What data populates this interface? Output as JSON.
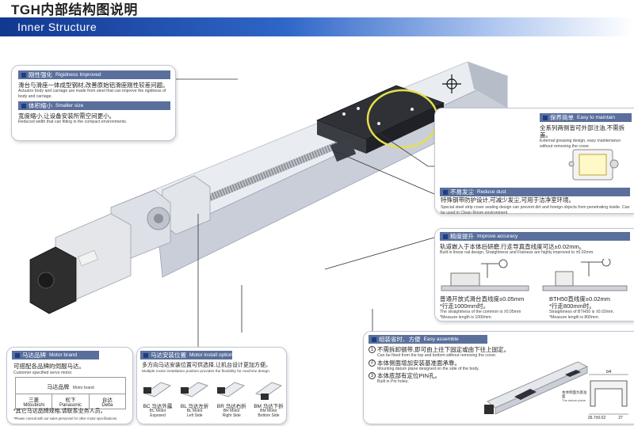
{
  "header": {
    "title": "TGH内部结构图说明",
    "section": "Inner Structure"
  },
  "rigidity": {
    "tag_cn": "刚性强化",
    "tag_en": "Rigidness Improved",
    "text_cn": "滑台与滑座一体成型钢材,改善原始铝滑座刚性较差问题。",
    "text_en": "Actuator body and carriage are made from steel that can improve the rigidness of body and carriage."
  },
  "size": {
    "tag_cn": "体积缩小",
    "tag_en": "Smaller size",
    "text_cn": "宽度缩小,让设备安装所需空间更小。",
    "text_en": "Reduced width that can fitting in the compact environments."
  },
  "maintain": {
    "tag_cn": "保养简单",
    "tag_en": "Easy to maintain",
    "text_cn": "全系列两侧皆可外部注油,不需拆盖。",
    "text_en": "External greasing design, easy maintenance without removing the cover."
  },
  "dust": {
    "tag_cn": "不易发尘",
    "tag_en": "Reduce dust",
    "text_cn": "特殊钢带防护设计,可减少发尘,可用于洁净室环境。",
    "text_en": "Special steel strip cover sealing design can prevent dirt and foreign objects from penetrating inside. Can be used in Clean Room environment"
  },
  "accuracy": {
    "tag_cn": "精度提升",
    "tag_en": "Improve accuracy",
    "text_cn": "轨道嵌入于本体后研磨,行走导真直线度可达±0.02mm。",
    "text_en": "Built in linear rail design, Straightness and Flatness are highly improved to ±0.02mm.",
    "left_cn": "普通开放式滑台直线度±0.05mm",
    "left_cn2": "*行走1000mm时。",
    "left_en": "The straightness of the common is ±0.05mm",
    "left_en2": "*Measure length is 1000mm.",
    "right_cn": "BTH50直线度±0.02mm",
    "right_cn2": "*行走800mm时。",
    "right_en": "Straightness of BTH50 is ±0.02mm.",
    "right_en2": "*Measure length is 800mm."
  },
  "assemble": {
    "tag_cn": "组装省时、方便",
    "tag_en": "Easy assemble",
    "items": [
      {
        "num": "1",
        "cn": "不需拆卸钢带,即可由上往下固定或由下往上固定。",
        "en": "Can be fixed from the top and bottom without removing the cover."
      },
      {
        "num": "2",
        "cn": "本体侧面增加安装基准面承靠。",
        "en": "Mounting datum plane designed on the side of the body."
      },
      {
        "num": "3",
        "cn": "本体底部有定位PIN孔。",
        "en": "Built in Pin holes."
      }
    ],
    "dim_top": "54",
    "dim_left": "26.7±0.02",
    "dim_right": "27",
    "note_cn": "本体侧面为基准面",
    "note_en": "The datum plane"
  },
  "motor_brand": {
    "tag_cn": "马达品牌",
    "tag_en": "Motor brand",
    "text_cn": "可搭配各品牌的伺服马达。",
    "text_en": "Customer specified servo motor.",
    "table_header_cn": "马达品牌",
    "table_header_en": "Motor brand",
    "brands": [
      {
        "cn": "三菱",
        "en": "Mitsubishi"
      },
      {
        "cn": "松下",
        "en": "Panasonic"
      },
      {
        "cn": "台达",
        "en": "Delta"
      }
    ],
    "note_cn": "*其它马达品牌规格,请联系业务人员。",
    "note_en": "*Please consult with our sales personnel for other motor specifications."
  },
  "motor_install": {
    "tag_cn": "马达安装位置",
    "tag_en": "Motor install options",
    "text_cn": "多方向马达安装位置可供选择,让机台设计更加方便。",
    "text_en": "Multiple motor installation position provides the flexibility for machine design.",
    "options": [
      {
        "code": "BC",
        "cn": "马达外露",
        "en1": "BC Motor",
        "en2": "Exposed"
      },
      {
        "code": "BL",
        "cn": "马达左折",
        "en1": "BL Motor",
        "en2": "Left Side"
      },
      {
        "code": "BR",
        "cn": "马达右折",
        "en1": "BR Motor",
        "en2": "Right Side"
      },
      {
        "code": "BM",
        "cn": "马达下折",
        "en1": "BM Motor",
        "en2": "Bottom Side"
      }
    ]
  },
  "colors": {
    "bar_dark": "#12388f",
    "tag": "#5a6f9c",
    "highlight": "#e8e04a",
    "rail": "#d6dbe3",
    "motor": "#2e2e2e"
  }
}
